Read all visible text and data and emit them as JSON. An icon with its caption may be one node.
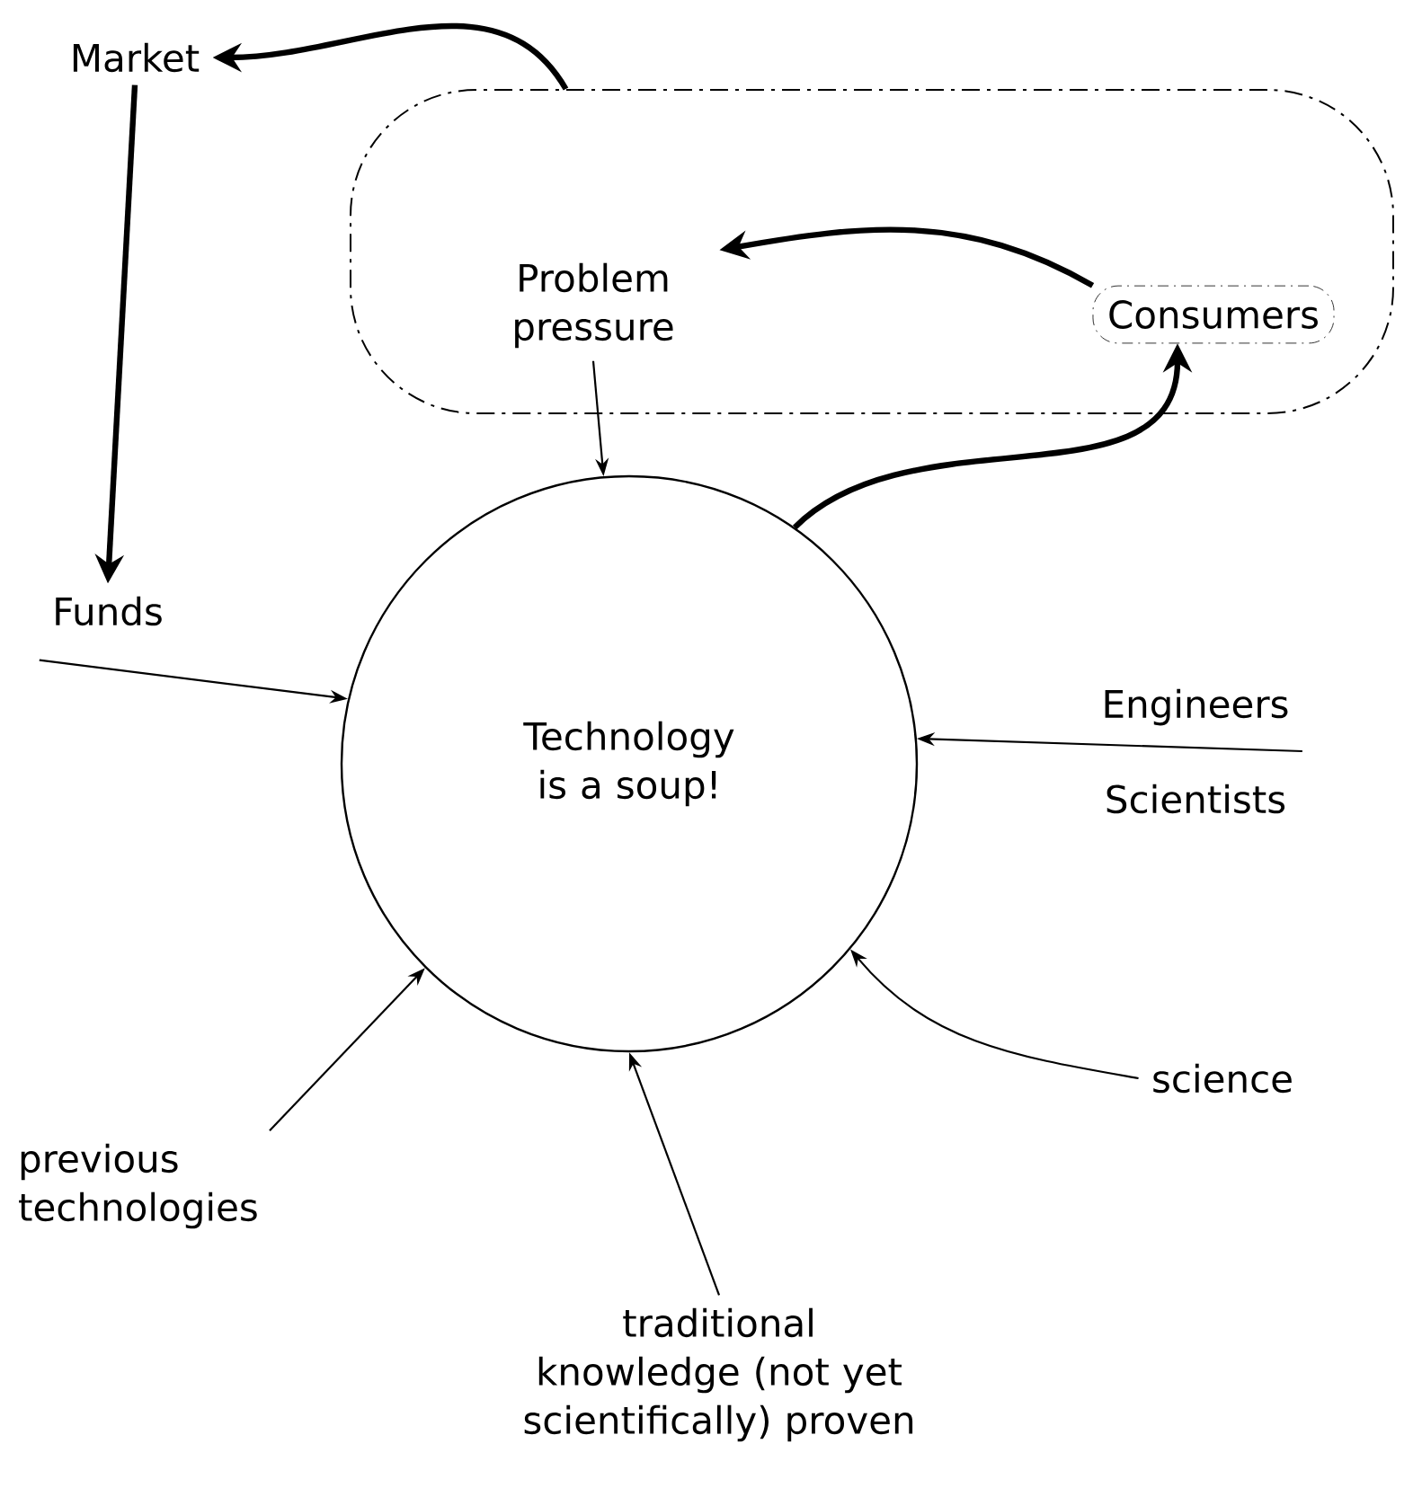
{
  "diagram": {
    "nodes": [
      {
        "text": [
          "Market"
        ]
      },
      {
        "text": [],
        "shape": "cloud"
      },
      {
        "text": [
          "Problem pressure"
        ],
        "in": 1
      },
      {
        "text": [
          "Consumers"
        ],
        "in": 1
      },
      {
        "text": [
          "Funds"
        ]
      },
      {
        "text": [
          "Technology is a soup!"
        ]
      },
      {
        "text": [
          "Engineers",
          "Scientists"
        ]
      },
      {
        "text": [
          "previous technologies"
        ]
      },
      {
        "text": [
          "science"
        ]
      },
      {
        "text": [
          "traditional knowledge (not yet scientifically) proven"
        ]
      }
    ],
    "edges": [
      {
        "from": 1,
        "to": 0,
        "arrow": "to",
        "style": "thick"
      },
      {
        "from": 3,
        "to": 2,
        "arrow": "to",
        "style": "thick"
      },
      {
        "from": 2,
        "to": 5,
        "arrow": "to"
      },
      {
        "from": 5,
        "to": 3,
        "arrow": "to",
        "style": "thick"
      },
      {
        "from": 0,
        "to": 4,
        "arrow": "to",
        "style": "thick"
      },
      {
        "from": 4,
        "to": 5,
        "arrow": "to"
      },
      {
        "from": 6,
        "to": 5,
        "arrow": "to"
      },
      {
        "from": 7,
        "to": 5,
        "arrow": "to"
      },
      {
        "from": 8,
        "to": 5,
        "arrow": "to"
      },
      {
        "from": 9,
        "to": 5,
        "arrow": "to"
      }
    ]
  }
}
